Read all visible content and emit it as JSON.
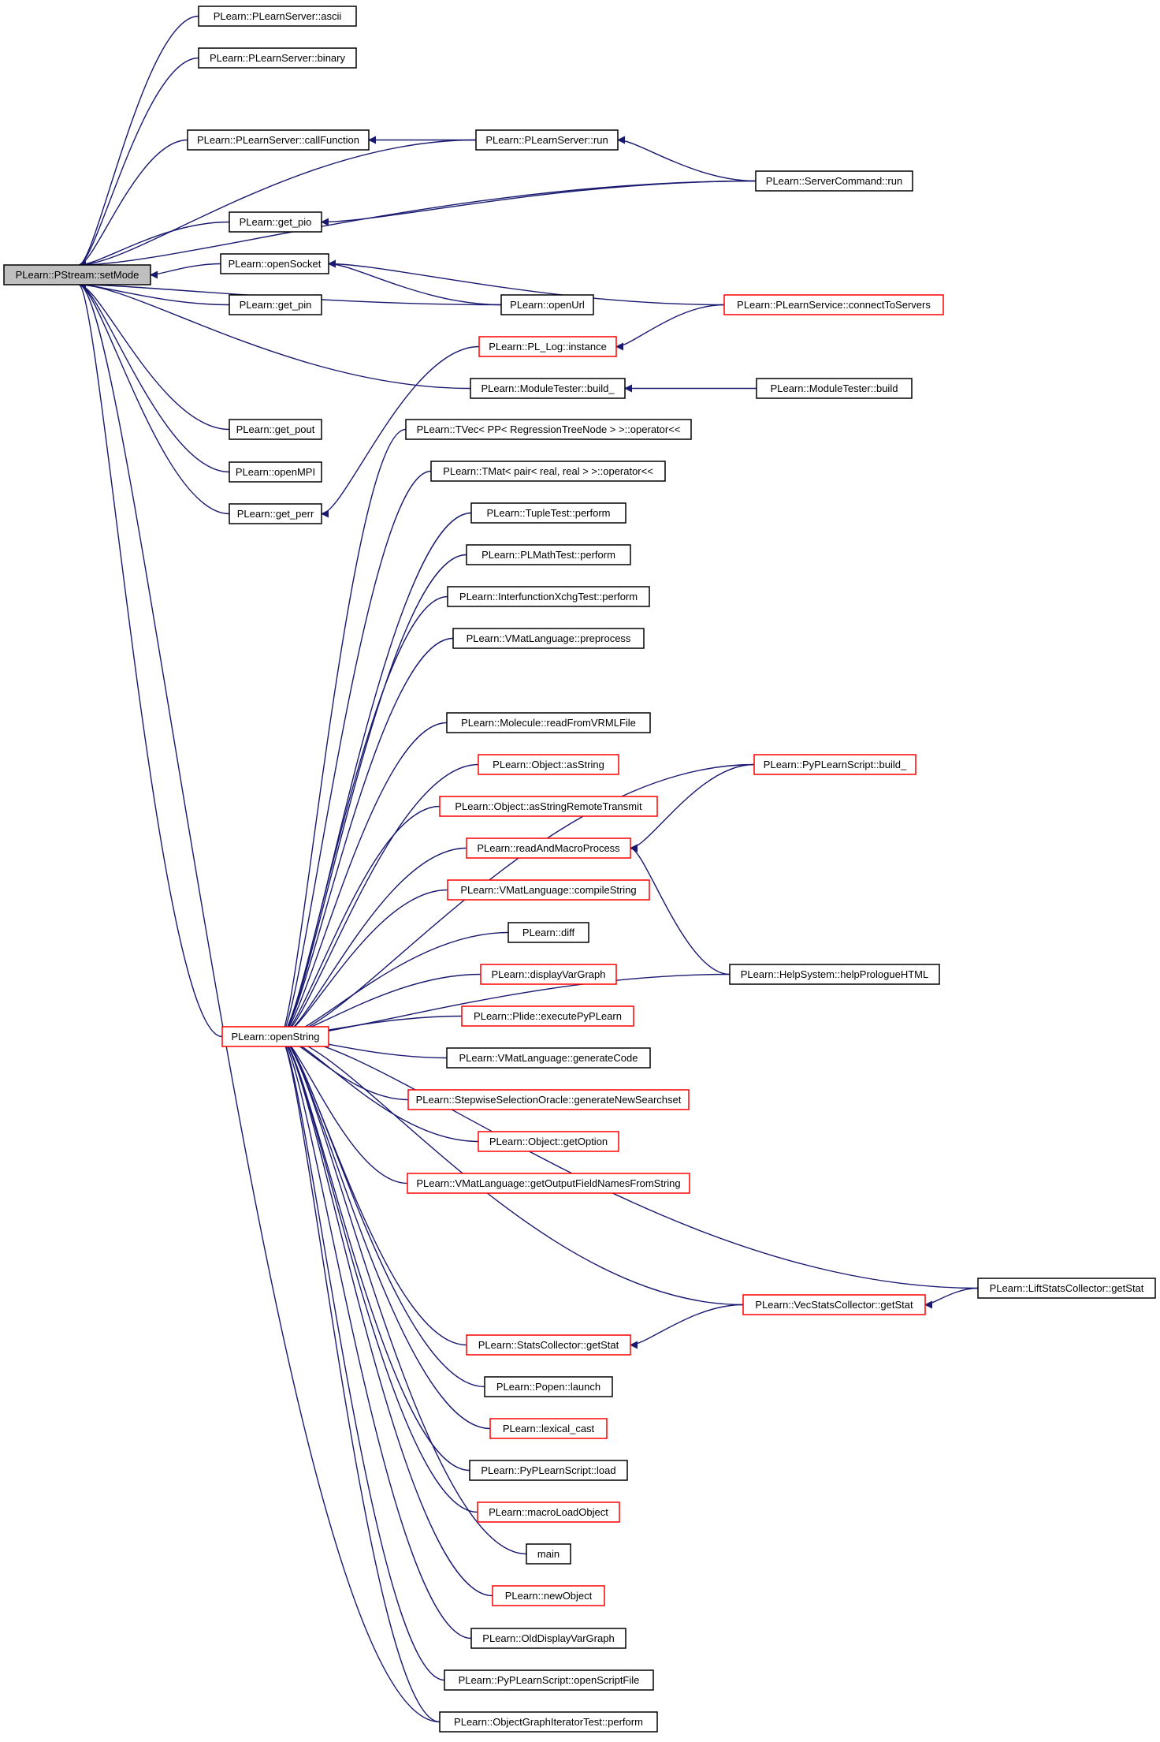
{
  "nodes": {
    "setMode": {
      "label": "PLearn::PStream::setMode",
      "style": "root"
    },
    "ascii": {
      "label": "PLearn::PLearnServer::ascii",
      "style": "black"
    },
    "binary": {
      "label": "PLearn::PLearnServer::binary",
      "style": "black"
    },
    "callFunction": {
      "label": "PLearn::PLearnServer::callFunction",
      "style": "black"
    },
    "srvRun": {
      "label": "PLearn::PLearnServer::run",
      "style": "black"
    },
    "cmdRun": {
      "label": "PLearn::ServerCommand::run",
      "style": "black"
    },
    "get_pio": {
      "label": "PLearn::get_pio",
      "style": "black"
    },
    "openSocket": {
      "label": "PLearn::openSocket",
      "style": "black"
    },
    "get_pin": {
      "label": "PLearn::get_pin",
      "style": "black"
    },
    "openUrl": {
      "label": "PLearn::openUrl",
      "style": "black"
    },
    "connect": {
      "label": "PLearn::PLearnService::connectToServers",
      "style": "red"
    },
    "plinst": {
      "label": "PLearn::PL_Log::instance",
      "style": "red"
    },
    "mtbuild_": {
      "label": "PLearn::ModuleTester::build_",
      "style": "black"
    },
    "mtbuild": {
      "label": "PLearn::ModuleTester::build",
      "style": "black"
    },
    "get_pout": {
      "label": "PLearn::get_pout",
      "style": "black"
    },
    "openMPI": {
      "label": "PLearn::openMPI",
      "style": "black"
    },
    "get_perr": {
      "label": "PLearn::get_perr",
      "style": "black"
    },
    "tvec": {
      "label": "PLearn::TVec< PP< RegressionTreeNode > >::operator<<",
      "style": "black"
    },
    "tmat": {
      "label": "PLearn::TMat< pair< real, real > >::operator<<",
      "style": "black"
    },
    "tuple": {
      "label": "PLearn::TupleTest::perform",
      "style": "black"
    },
    "plmath": {
      "label": "PLearn::PLMathTest::perform",
      "style": "black"
    },
    "interf": {
      "label": "PLearn::InterfunctionXchgTest::perform",
      "style": "black"
    },
    "vmpre": {
      "label": "PLearn::VMatLanguage::preprocess",
      "style": "black"
    },
    "molec": {
      "label": "PLearn::Molecule::readFromVRMLFile",
      "style": "black"
    },
    "asStr": {
      "label": "PLearn::Object::asString",
      "style": "red"
    },
    "pybuild": {
      "label": "PLearn::PyPLearnScript::build_",
      "style": "red"
    },
    "asStrRT": {
      "label": "PLearn::Object::asStringRemoteTransmit",
      "style": "red"
    },
    "readMacro": {
      "label": "PLearn::readAndMacroProcess",
      "style": "red"
    },
    "compile": {
      "label": "PLearn::VMatLanguage::compileString",
      "style": "red"
    },
    "diff": {
      "label": "PLearn::diff",
      "style": "black"
    },
    "help": {
      "label": "PLearn::HelpSystem::helpPrologueHTML",
      "style": "black"
    },
    "dispVG": {
      "label": "PLearn::displayVarGraph",
      "style": "red"
    },
    "openString": {
      "label": "PLearn::openString",
      "style": "red"
    },
    "plide": {
      "label": "PLearn::Plide::executePyPLearn",
      "style": "red"
    },
    "gencode": {
      "label": "PLearn::VMatLanguage::generateCode",
      "style": "black"
    },
    "stepwise": {
      "label": "PLearn::StepwiseSelectionOracle::generateNewSearchset",
      "style": "red"
    },
    "getOpt": {
      "label": "PLearn::Object::getOption",
      "style": "red"
    },
    "outfield": {
      "label": "PLearn::VMatLanguage::getOutputFieldNamesFromString",
      "style": "red"
    },
    "lift": {
      "label": "PLearn::LiftStatsCollector::getStat",
      "style": "black"
    },
    "vecstat": {
      "label": "PLearn::VecStatsCollector::getStat",
      "style": "red"
    },
    "statcol": {
      "label": "PLearn::StatsCollector::getStat",
      "style": "red"
    },
    "popen": {
      "label": "PLearn::Popen::launch",
      "style": "black"
    },
    "lexcast": {
      "label": "PLearn::lexical_cast",
      "style": "red"
    },
    "pyload": {
      "label": "PLearn::PyPLearnScript::load",
      "style": "black"
    },
    "macroLoad": {
      "label": "PLearn::macroLoadObject",
      "style": "red"
    },
    "main": {
      "label": "main",
      "style": "black"
    },
    "newObj": {
      "label": "PLearn::newObject",
      "style": "red"
    },
    "oldDisp": {
      "label": "PLearn::OldDisplayVarGraph",
      "style": "black"
    },
    "pyopen": {
      "label": "PLearn::PyPLearnScript::openScriptFile",
      "style": "black"
    },
    "ogit": {
      "label": "PLearn::ObjectGraphIteratorTest::perform",
      "style": "black"
    }
  },
  "edges": [
    [
      "ascii",
      "setMode"
    ],
    [
      "binary",
      "setMode"
    ],
    [
      "srvRun",
      "setMode"
    ],
    [
      "callFunction",
      "setMode"
    ],
    [
      "cmdRun",
      "setMode"
    ],
    [
      "get_pio",
      "setMode"
    ],
    [
      "openSocket",
      "setMode"
    ],
    [
      "get_pin",
      "setMode"
    ],
    [
      "openUrl",
      "setMode"
    ],
    [
      "get_pout",
      "setMode"
    ],
    [
      "openMPI",
      "setMode"
    ],
    [
      "get_perr",
      "setMode"
    ],
    [
      "mtbuild_",
      "setMode"
    ],
    [
      "openString",
      "setMode"
    ],
    [
      "ogit",
      "setMode"
    ],
    [
      "srvRun",
      "callFunction"
    ],
    [
      "cmdRun",
      "srvRun"
    ],
    [
      "cmdRun",
      "get_pio"
    ],
    [
      "openUrl",
      "openSocket"
    ],
    [
      "connect",
      "openSocket"
    ],
    [
      "plinst",
      "get_perr"
    ],
    [
      "connect",
      "plinst"
    ],
    [
      "mtbuild",
      "mtbuild_"
    ],
    [
      "tvec",
      "openString"
    ],
    [
      "tmat",
      "openString"
    ],
    [
      "tuple",
      "openString"
    ],
    [
      "plmath",
      "openString"
    ],
    [
      "interf",
      "openString"
    ],
    [
      "vmpre",
      "openString"
    ],
    [
      "pybuild",
      "openString"
    ],
    [
      "molec",
      "openString"
    ],
    [
      "asStr",
      "openString"
    ],
    [
      "asStrRT",
      "openString"
    ],
    [
      "readMacro",
      "openString"
    ],
    [
      "compile",
      "openString"
    ],
    [
      "diff",
      "openString"
    ],
    [
      "dispVG",
      "openString"
    ],
    [
      "plide",
      "openString"
    ],
    [
      "gencode",
      "openString"
    ],
    [
      "stepwise",
      "openString"
    ],
    [
      "getOpt",
      "openString"
    ],
    [
      "outfield",
      "openString"
    ],
    [
      "help",
      "openString"
    ],
    [
      "lift",
      "openString"
    ],
    [
      "vecstat",
      "openString"
    ],
    [
      "statcol",
      "openString"
    ],
    [
      "popen",
      "openString"
    ],
    [
      "lexcast",
      "openString"
    ],
    [
      "pyload",
      "openString"
    ],
    [
      "macroLoad",
      "openString"
    ],
    [
      "main",
      "openString"
    ],
    [
      "newObj",
      "openString"
    ],
    [
      "oldDisp",
      "openString"
    ],
    [
      "pyopen",
      "openString"
    ],
    [
      "ogit",
      "openString"
    ],
    [
      "pybuild",
      "readMacro"
    ],
    [
      "help",
      "readMacro"
    ],
    [
      "lift",
      "vecstat"
    ],
    [
      "vecstat",
      "statcol"
    ]
  ]
}
